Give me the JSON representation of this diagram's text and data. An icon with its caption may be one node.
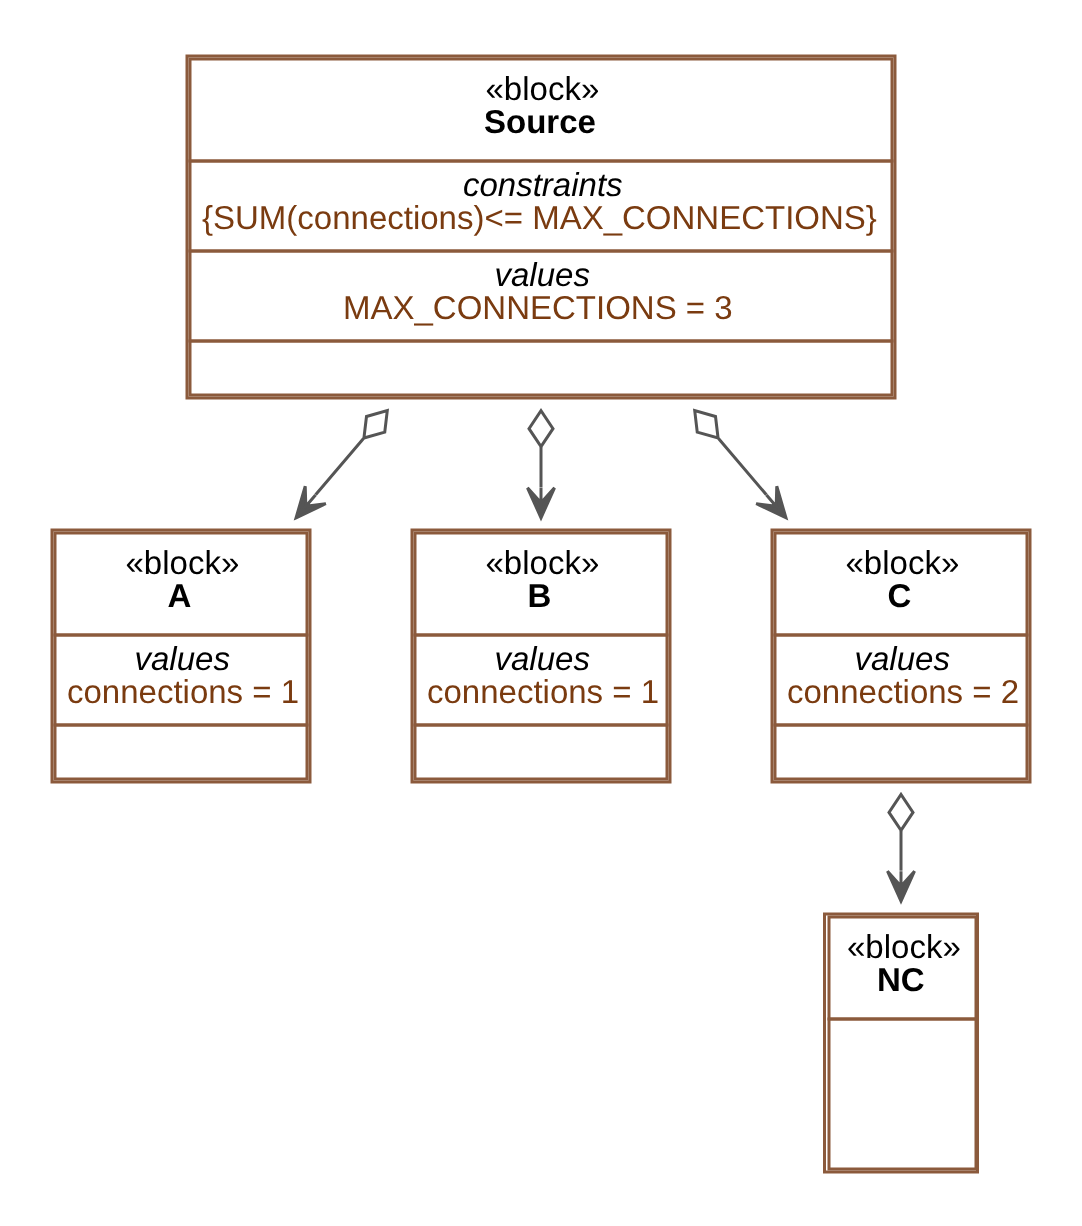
{
  "diagram": {
    "nodes": [
      {
        "text": [
          "«block»",
          "Source",
          "constraints",
          "{SUM(connections)<= MAX_CONNECTIONS}",
          "values",
          "MAX_CONNECTIONS = 3"
        ]
      },
      {
        "text": [
          "«block»",
          "A",
          "values",
          "connections = 1"
        ]
      },
      {
        "text": [
          "«block»",
          "B",
          "values",
          "connections = 1"
        ]
      },
      {
        "text": [
          "«block»",
          "C",
          "values",
          "connections = 2"
        ]
      },
      {
        "text": [
          "«block»",
          "NC"
        ]
      }
    ],
    "edges": [
      {
        "from": 0,
        "to": 1,
        "arrow": "to"
      },
      {
        "from": 0,
        "to": 2,
        "arrow": "to"
      },
      {
        "from": 0,
        "to": 3,
        "arrow": "to"
      },
      {
        "from": 3,
        "to": 4,
        "arrow": "to"
      }
    ]
  }
}
